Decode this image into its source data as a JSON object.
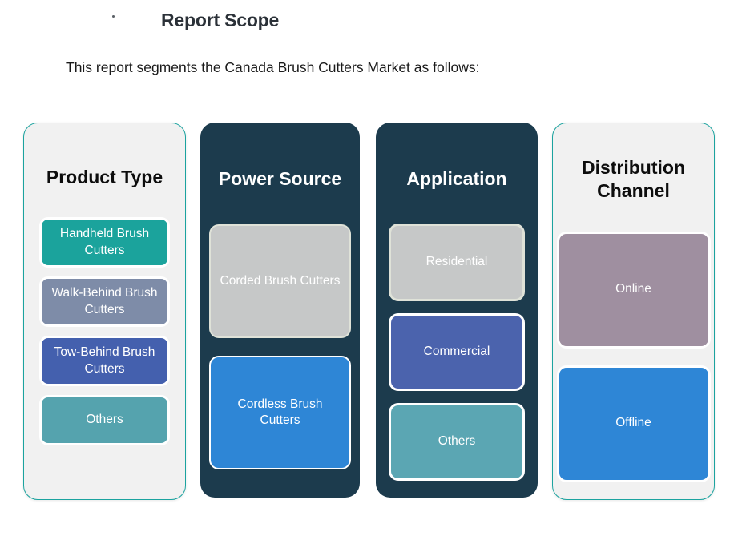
{
  "header": {
    "title": "Report Scope",
    "subtitle": "This report segments the Canada Brush Cutters Market as follows:"
  },
  "theme": {
    "page_background": "#ffffff",
    "title_color": "#2b3138",
    "light_card_background": "#f1f1f1",
    "light_card_border": "#1ba39f",
    "dark_card_background": "#1c3b4d",
    "chip_text_color": "#ffffff"
  },
  "columns": [
    {
      "id": "product-type",
      "title": "Product Type",
      "style": "light",
      "chips": [
        {
          "label": "Handheld Brush Cutters",
          "color": "#1ba39c",
          "border": "#ffffff"
        },
        {
          "label": "Walk-Behind Brush Cutters",
          "color": "#7e8ca8",
          "border": "#ffffff"
        },
        {
          "label": "Tow-Behind Brush Cutters",
          "color": "#4460ae",
          "border": "#ffffff"
        },
        {
          "label": "Others",
          "color": "#55a3ae",
          "border": "#ffffff"
        }
      ]
    },
    {
      "id": "power-source",
      "title": "Power Source",
      "style": "dark",
      "chips": [
        {
          "label": "Corded Brush Cutters",
          "color": "#c6c8c8",
          "border": "#dfe2d8"
        },
        {
          "label": "Cordless Brush Cutters",
          "color": "#2e86d6",
          "border": "#ffffff"
        }
      ]
    },
    {
      "id": "application",
      "title": "Application",
      "style": "dark",
      "chips": [
        {
          "label": "Residential",
          "color": "#c6c8c8",
          "border": "#dfe2d8"
        },
        {
          "label": "Commercial",
          "color": "#4b63ad",
          "border": "#ffffff"
        },
        {
          "label": "Others",
          "color": "#5ba6b3",
          "border": "#ffffff"
        }
      ]
    },
    {
      "id": "distribution-channel",
      "title": "Distribution\nChannel",
      "style": "light",
      "chips": [
        {
          "label": "Online",
          "color": "#9f8fa0",
          "border": "#ffffff"
        },
        {
          "label": "Offline",
          "color": "#2e86d6",
          "border": "#ffffff"
        }
      ]
    }
  ]
}
